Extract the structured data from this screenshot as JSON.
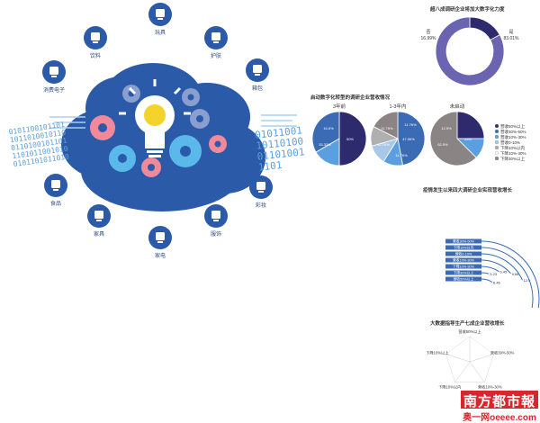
{
  "categories": [
    {
      "label": "玩具",
      "icon": "toy-icon"
    },
    {
      "label": "护肤",
      "icon": "skincare-icon"
    },
    {
      "label": "箱包",
      "icon": "bag-icon"
    },
    {
      "label": "彩妆",
      "icon": "makeup-icon"
    },
    {
      "label": "服饰",
      "icon": "clothing-icon"
    },
    {
      "label": "家电",
      "icon": "appliance-icon"
    },
    {
      "label": "家具",
      "icon": "furniture-icon"
    },
    {
      "label": "食品",
      "icon": "food-icon"
    },
    {
      "label": "消费电子",
      "icon": "electronics-icon"
    },
    {
      "label": "饮料",
      "icon": "drink-icon"
    }
  ],
  "binary": {
    "left": [
      "0101100101101",
      "1011010010110",
      "0110100101101",
      "1101011001010",
      "0101101011010"
    ],
    "right": [
      "01011001",
      "10110100",
      "01101001",
      "1101"
    ]
  },
  "colors": {
    "navy": "#2e2a6e",
    "blue": "#3b6bb5",
    "light": "#5aa0e0",
    "grey": "#8a8484",
    "purple": "#6b64b0",
    "accent": "#d8262c"
  },
  "chart_data": [
    {
      "type": "pie",
      "title": "超八成调研企业将加大数字化力度",
      "slices": [
        {
          "label": "否",
          "value": 16.99
        },
        {
          "label": "是",
          "value": 83.01
        }
      ],
      "value_labels": [
        "16.99%",
        "83.01%"
      ]
    },
    {
      "type": "pie",
      "title": "启动数字化转型的调研企业营收情况",
      "panels": [
        {
          "name": "3年前",
          "slices": [
            {
              "label": "营收50%以上",
              "value": 50
            },
            {
              "label": "营收30%-50%",
              "value": 16.6
            },
            {
              "label": "营收10%-30%",
              "value": 33.33
            }
          ],
          "value_labels": [
            "50%",
            "16.6%",
            "33.33%"
          ]
        },
        {
          "name": "1-3年内",
          "slices": [
            {
              "label": "营收50%以上",
              "value": 47.06
            },
            {
              "label": "营收30%-50%",
              "value": 11.76
            },
            {
              "label": "营收10%-30%",
              "value": 11.76
            },
            {
              "label": "营收0-10%",
              "value": 11.76
            },
            {
              "label": "下降10%以内",
              "value": 17.65
            }
          ],
          "value_labels": [
            "47.06%",
            "11.76%",
            "11.76%",
            "11.76%",
            "11.76%"
          ]
        },
        {
          "name": "未启动",
          "slices": [
            {
              "label": "营收50%以上",
              "value": 25
            },
            {
              "label": "营收30%-50%",
              "value": 12.5
            },
            {
              "label": "下降30%以上",
              "value": 62.5
            }
          ],
          "value_labels": [
            "25%",
            "12.5%",
            "62.5%"
          ]
        }
      ],
      "legend": [
        "营收50%以上",
        "营收30%-50%",
        "营收10%-30%",
        "营收0-10%",
        "下降10%以内",
        "下降10%-30%",
        "下降30%以上"
      ]
    },
    {
      "type": "bar",
      "title": "疫情发生以来四大调研企业实现营收增长",
      "categories": [
        "营收50%以上",
        "下降30%以上",
        "下降10%-30%",
        "营收10%-30%",
        "营收0-10%",
        "下降10%以内",
        "营收30%-50%"
      ],
      "values": [
        6.45,
        3.23,
        6.45,
        9.68,
        12.9,
        25.81,
        35.48
      ],
      "value_labels": [
        "6.45",
        "3.23",
        "6.45",
        "9.68",
        "12.9",
        "25.81",
        "35.48"
      ]
    },
    {
      "type": "radar",
      "title": "大数据指导生产七成企业营收增长",
      "axes": [
        "营收50%以上",
        "营收30%-50%",
        "营收10%-30%",
        "下降10%以内",
        "下降10%以上"
      ]
    }
  ],
  "logo": {
    "main": "南方都市報",
    "sub": "奥一网oeeee.com"
  }
}
